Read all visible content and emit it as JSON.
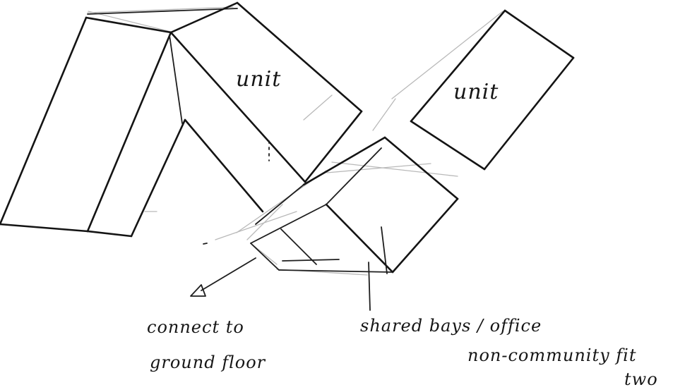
{
  "labels": {
    "unit_left": "unit",
    "unit_right": "unit",
    "note_left_line1": "connect to",
    "note_left_line2": "ground floor",
    "note_right_line1": "shared bays / office",
    "note_right_line2": "non-community fit",
    "note_right_line3": "two"
  }
}
